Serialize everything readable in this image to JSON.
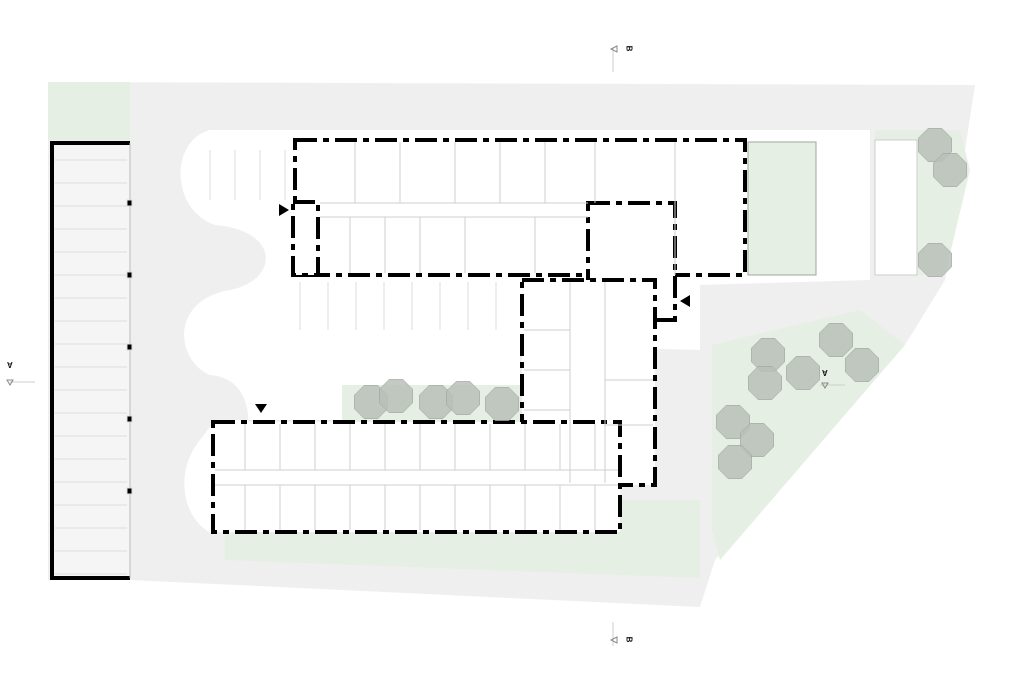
{
  "section_markers": {
    "top": "B",
    "bottom": "B",
    "left": "A",
    "right": "A"
  },
  "colors": {
    "paving": "#efefef",
    "green": "#e6efe3",
    "tree": "#b9bfb8",
    "wall": "#000000",
    "interior_lines": "#d0d0d0"
  }
}
